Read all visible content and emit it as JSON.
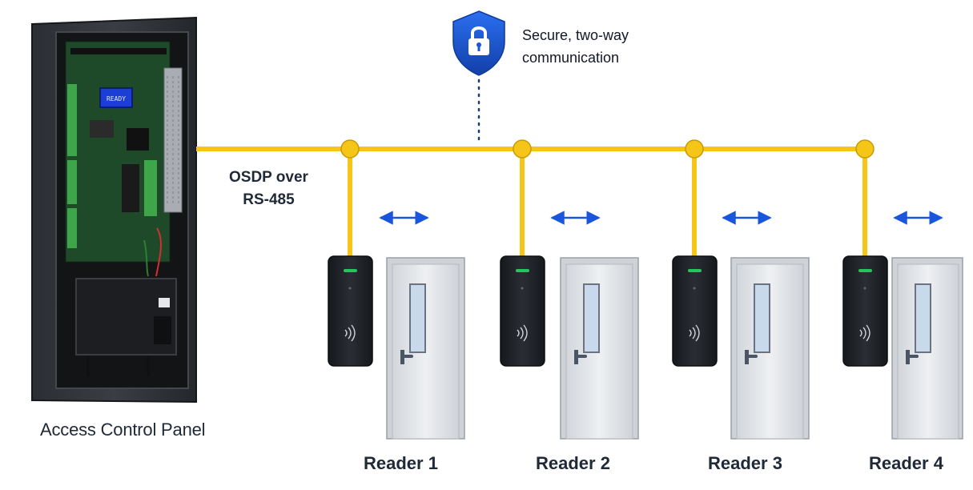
{
  "panel": {
    "label": "Access Control Panel",
    "screen_text": "READY"
  },
  "bus": {
    "label_line1": "OSDP over",
    "label_line2": "RS-485",
    "color": "#f5c518"
  },
  "security": {
    "icon": "lock-shield-icon",
    "line1": "Secure, two-way",
    "line2": "communication",
    "color": "#1a56db"
  },
  "readers": [
    {
      "label": "Reader 1"
    },
    {
      "label": "Reader 2"
    },
    {
      "label": "Reader 3"
    },
    {
      "label": "Reader 4"
    }
  ],
  "colors": {
    "arrow": "#1a56db",
    "led": "#22c55e",
    "reader_body": "#1f2328",
    "door": "#d9dde2"
  }
}
